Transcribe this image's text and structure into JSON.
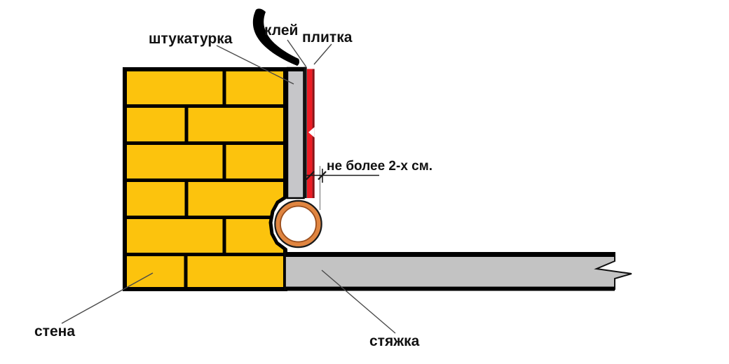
{
  "diagram": {
    "labels": {
      "plaster": "штукатурка",
      "glue": "клей",
      "tile": "плитка",
      "dimension_note": "не более 2-х см.",
      "wall": "стена",
      "screed": "стяжка"
    },
    "colors": {
      "background": "#FFFFFF",
      "brick": "#FCC30D",
      "mortar": "#000000",
      "plaster": "#C6C6C9",
      "glue": "#141414",
      "tile": "#EC1C24",
      "tile_edge": "#8B1116",
      "screed": "#C3C3C3",
      "pipe_ring": "#E08540",
      "pipe_inner_line": "#9A4E1D",
      "outline": "#000000",
      "leader": "#4A4A4A",
      "extension_line": "#9A9A9A"
    }
  }
}
